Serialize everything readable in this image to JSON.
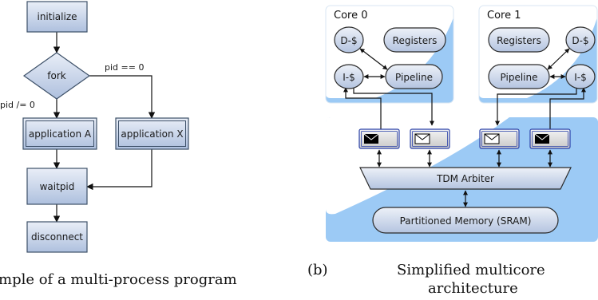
{
  "flowchart": {
    "nodes": {
      "initialize": "initialize",
      "fork": "fork",
      "application_a": "application A",
      "application_x": "application X",
      "waitpid": "waitpid",
      "disconnect": "disconnect"
    },
    "edges": {
      "pid_eq": "pid == 0",
      "pid_ne": "pid /= 0"
    },
    "caption": "mple of a multi-process program"
  },
  "architecture": {
    "cores": [
      {
        "title": "Core 0",
        "dcache": "D-$",
        "registers": "Registers",
        "icache": "I-$",
        "pipeline": "Pipeline"
      },
      {
        "title": "Core 1",
        "registers": "Registers",
        "dcache": "D-$",
        "pipeline": "Pipeline",
        "icache": "I-$"
      }
    ],
    "arbiter": "TDM Arbiter",
    "memory": "Partitioned Memory (SRAM)",
    "mailbox_icons": [
      "envelope-filled-icon",
      "envelope-open-icon",
      "envelope-open-icon",
      "envelope-filled-icon"
    ],
    "caption_label": "(b)",
    "caption_line1": "Simplified multicore",
    "caption_line2": "architecture"
  },
  "colors": {
    "box_fill_top": "#e6ecf6",
    "box_fill_bottom": "#aebfdd",
    "panel_blue": "#9ccaf5",
    "stroke": "#3d5068"
  }
}
